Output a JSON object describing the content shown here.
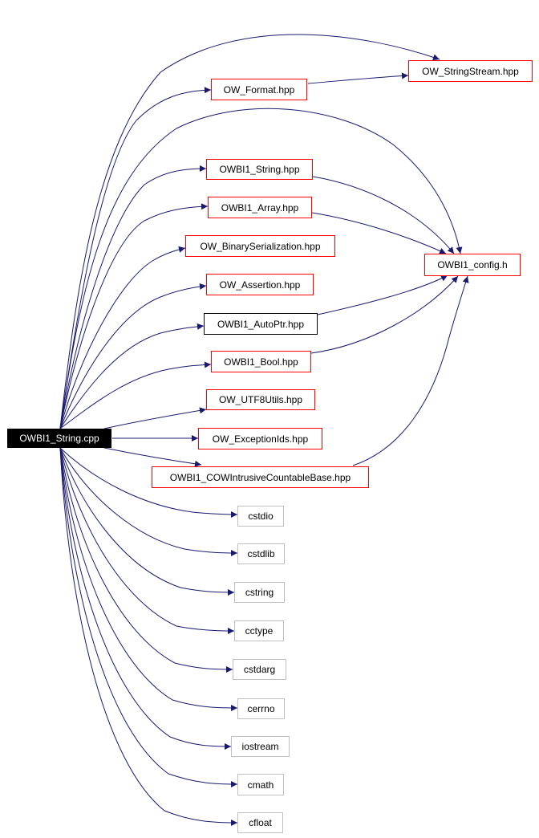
{
  "colors": {
    "edge": "#191970",
    "root_fill": "#000000",
    "root_text": "#ffffff",
    "documented_border": "#ff0000",
    "undocumented_border": "#000000",
    "system_border": "#bfbfbf"
  },
  "nodes": {
    "root": "OWBI1_String.cpp",
    "ow_format": "OW_Format.hpp",
    "ow_stringstream": "OW_StringStream.hpp",
    "owbi1_string_hpp": "OWBI1_String.hpp",
    "owbi1_array": "OWBI1_Array.hpp",
    "ow_binaryserialization": "OW_BinarySerialization.hpp",
    "ow_assertion": "OW_Assertion.hpp",
    "owbi1_autoptr": "OWBI1_AutoPtr.hpp",
    "owbi1_bool": "OWBI1_Bool.hpp",
    "ow_utf8utils": "OW_UTF8Utils.hpp",
    "ow_exceptionids": "OW_ExceptionIds.hpp",
    "owbi1_cowintrusive": "OWBI1_COWIntrusiveCountableBase.hpp",
    "owbi1_config": "OWBI1_config.h",
    "cstdio": "cstdio",
    "cstdlib": "cstdlib",
    "cstring": "cstring",
    "cctype": "cctype",
    "cstdarg": "cstdarg",
    "cerrno": "cerrno",
    "iostream": "iostream",
    "cmath": "cmath",
    "cfloat": "cfloat"
  }
}
